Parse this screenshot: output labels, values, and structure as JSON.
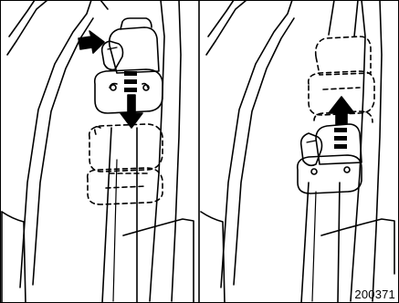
{
  "figure": {
    "code": "200371",
    "panels": [
      {
        "id": "left",
        "description_icons": [
          "press-arrow-icon",
          "down-arrow-icon"
        ]
      },
      {
        "id": "right",
        "description_icons": [
          "up-arrow-icon"
        ]
      }
    ]
  },
  "colors": {
    "line": "#000000",
    "background": "#ffffff"
  }
}
